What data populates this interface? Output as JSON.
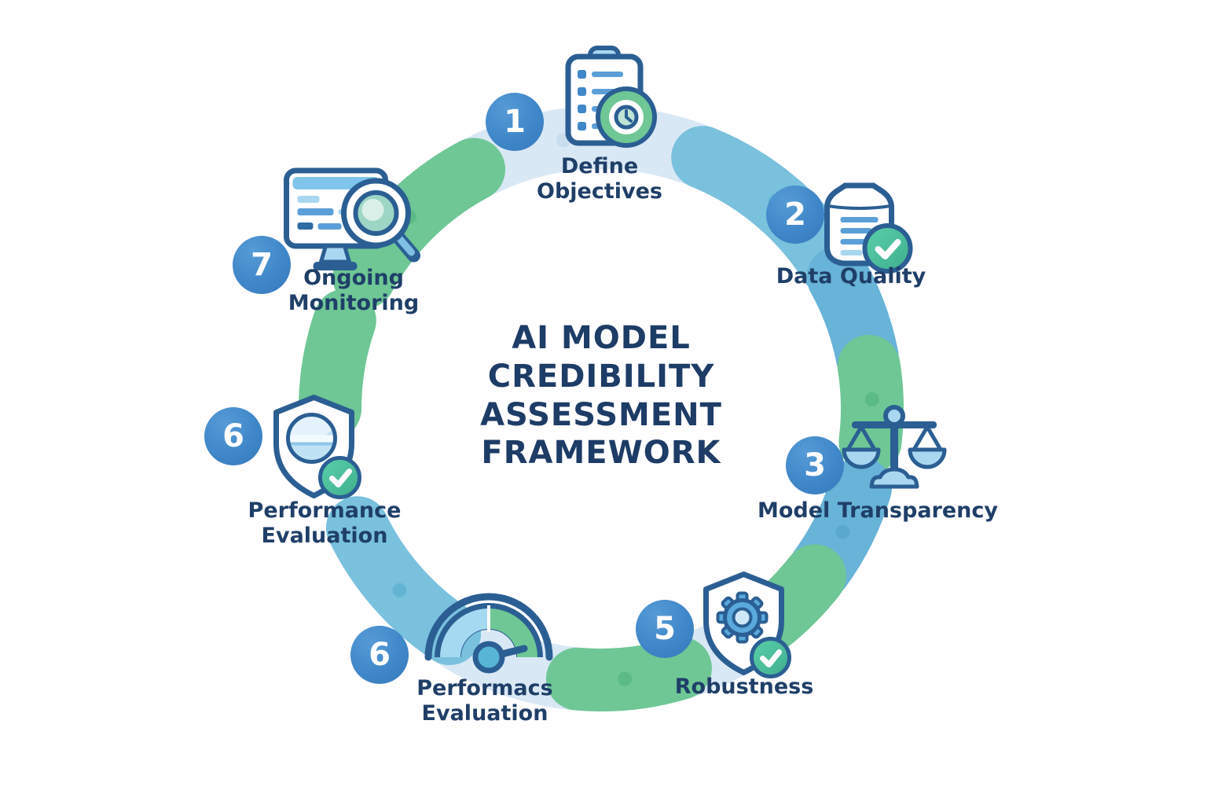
{
  "diagram": {
    "title": "AI MODEL\nCREDIBILITY\nASSESSMENT\nFRAMEWORK",
    "steps": [
      {
        "number": "1",
        "label": "Define\nObjectives",
        "icon": "clipboard-checklist-target-icon"
      },
      {
        "number": "2",
        "label": "Data Quality",
        "icon": "database-check-icon"
      },
      {
        "number": "3",
        "label": "Model Transparency",
        "icon": "balance-scales-icon"
      },
      {
        "number": "5",
        "label": "Robustness",
        "icon": "shield-gear-check-icon"
      },
      {
        "number": "6",
        "label": "Performacs\nEvaluation",
        "icon": "gauge-meter-icon"
      },
      {
        "number": "6",
        "label": "Performance\nEvaluation",
        "icon": "shield-sphere-check-icon"
      },
      {
        "number": "7",
        "label": "Ongoing\nMonitoring",
        "icon": "monitor-magnifier-icon"
      }
    ],
    "palette": {
      "badge_blue": "#3f87c9",
      "title_navy": "#1d3c66",
      "label_navy": "#1f3f68",
      "icon_outline_navy": "#2b5f93",
      "ring_pale_blue": "#d9e8f5",
      "ring_sky_blue": "#79c1dd",
      "ring_medium_blue": "#68b3d8",
      "ring_green": "#6ec795",
      "check_green": "#49bd97",
      "icon_light_blue": "#a9d7f0"
    }
  }
}
